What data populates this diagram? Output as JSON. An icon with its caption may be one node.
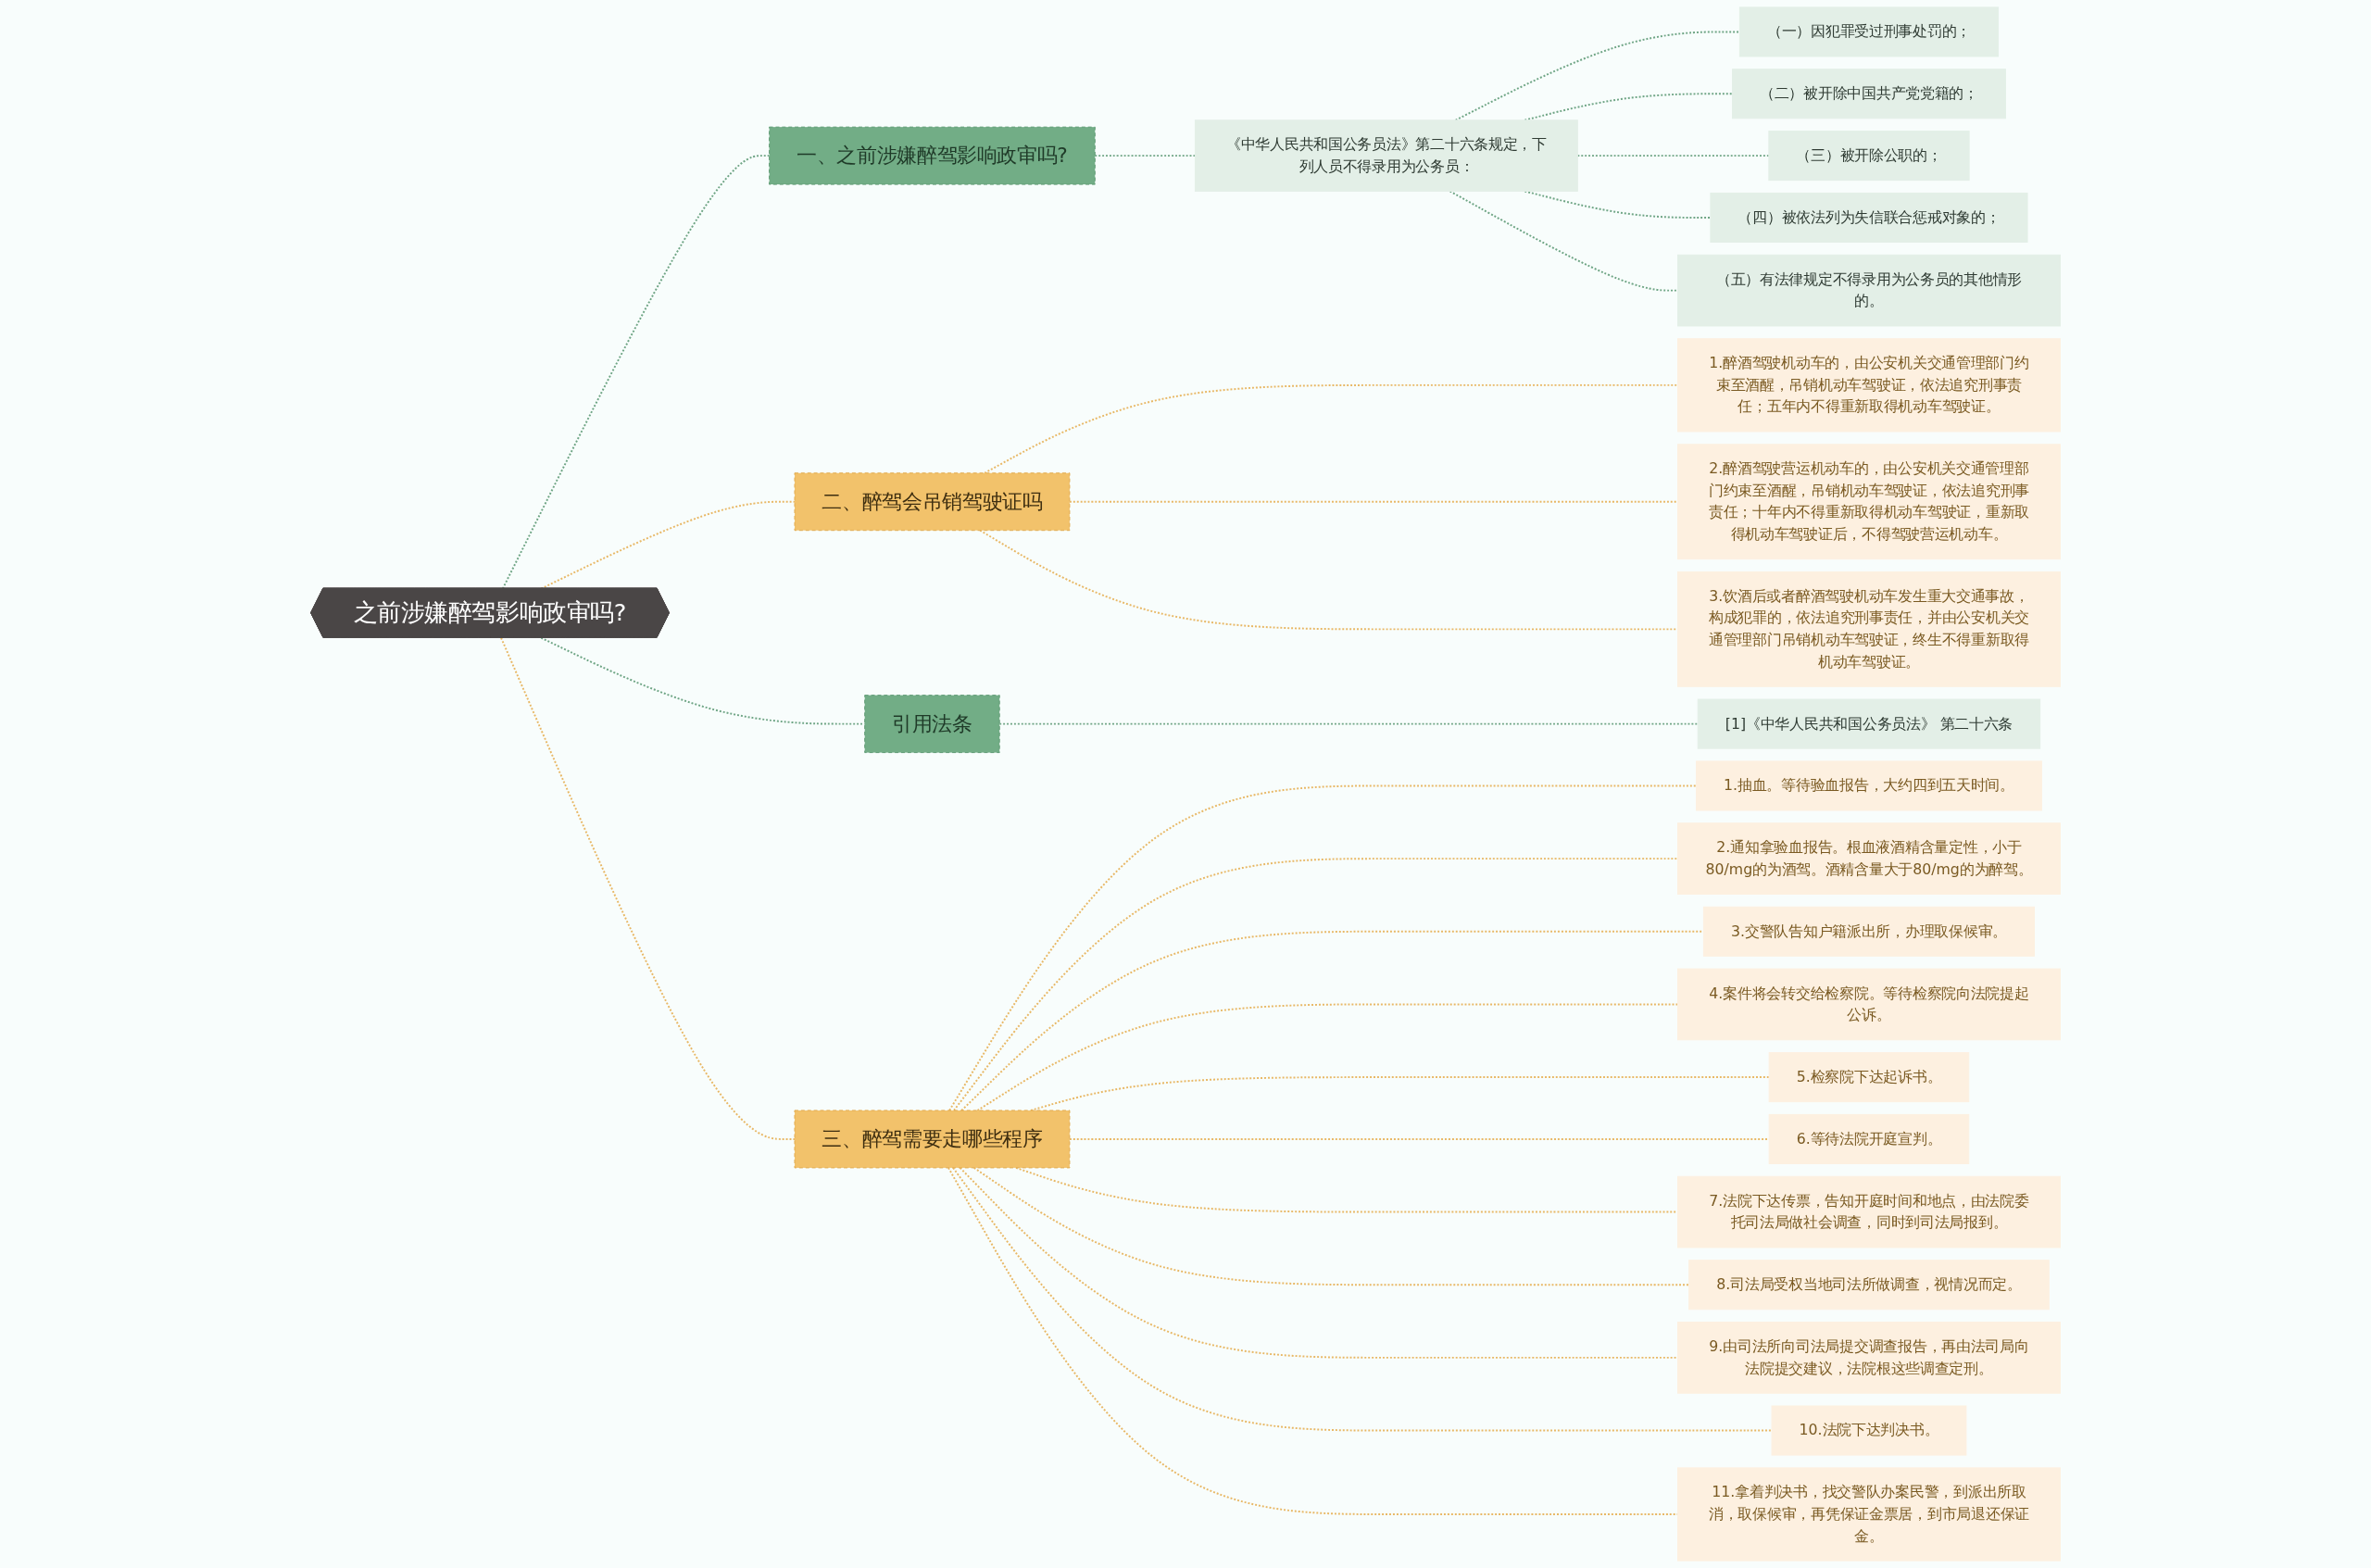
{
  "diagram": {
    "nodes": [
      {
        "text": [
          "之前涉嫌醉驾影响政审吗?"
        ]
      },
      {
        "text": [
          "一、之前涉嫌醉驾影响政审吗?"
        ]
      },
      {
        "text": [
          "《中华人民共和国公务员法》第二十六条规定，下列人员不得录用为公务员："
        ]
      },
      {
        "text": [
          "（一）因犯罪受过刑事处罚的；"
        ]
      },
      {
        "text": [
          "（二）被开除中国共产党党籍的；"
        ]
      },
      {
        "text": [
          "（三）被开除公职的；"
        ]
      },
      {
        "text": [
          "（四）被依法列为失信联合惩戒对象的；"
        ]
      },
      {
        "text": [
          "（五）有法律规定不得录用为公务员的其他情形的。"
        ]
      },
      {
        "text": [
          "二、醉驾会吊销驾驶证吗"
        ]
      },
      {
        "text": [
          "1.醉酒驾驶机动车的，由公安机关交通管理部门约束至酒醒，吊销机动车驾驶证，依法追究刑事责任；五年内不得重新取得机动车驾驶证。"
        ]
      },
      {
        "text": [
          "2.醉酒驾驶营运机动车的，由公安机关交通管理部门约束至酒醒，吊销机动车驾驶证，依法追究刑事责任；十年内不得重新取得机动车驾驶证，重新取得机动车驾驶证后，不得驾驶营运机动车。"
        ]
      },
      {
        "text": [
          "3.饮酒后或者醉酒驾驶机动车发生重大交通事故，构成犯罪的，依法追究刑事责任，并由公安机关交通管理部门吊销机动车驾驶证，终生不得重新取得机动车驾驶证。"
        ]
      },
      {
        "text": [
          "引用法条"
        ]
      },
      {
        "text": [
          "[1]《中华人民共和国公务员法》 第二十六条"
        ]
      },
      {
        "text": [
          "三、醉驾需要走哪些程序"
        ]
      },
      {
        "text": [
          "1.抽血。等待验血报告，大约四到五天时间。"
        ]
      },
      {
        "text": [
          "2.通知拿验血报告。根血液酒精含量定性，小于80/mg的为酒驾。酒精含量大于80/mg的为醉驾。"
        ]
      },
      {
        "text": [
          "3.交警队告知户籍派出所，办理取保候审。"
        ]
      },
      {
        "text": [
          "4.案件将会转交给检察院。等待检察院向法院提起公诉。"
        ]
      },
      {
        "text": [
          "5.检察院下达起诉书。"
        ]
      },
      {
        "text": [
          "6.等待法院开庭宣判。"
        ]
      },
      {
        "text": [
          "7.法院下达传票，告知开庭时间和地点，由法院委托司法局做社会调查，同时到司法局报到。"
        ]
      },
      {
        "text": [
          "8.司法局受权当地司法所做调查，视情况而定。"
        ]
      },
      {
        "text": [
          "9.由司法所向司法局提交调查报告，再由法司局向法院提交建议，法院根这些调查定刑。"
        ]
      },
      {
        "text": [
          "10.法院下达判决书。"
        ]
      },
      {
        "text": [
          "11.拿着判决书，找交警队办案民警，到派出所取消，取保候审，再凭保证金票居，到市局退还保证金。"
        ]
      }
    ],
    "edges": [
      {
        "from": 0,
        "to": 1,
        "arrow": "none",
        "style": "dashed",
        "color": "#6fa585"
      },
      {
        "from": 1,
        "to": 2,
        "arrow": "none",
        "style": "dashed",
        "color": "#6fa585"
      },
      {
        "from": 2,
        "to": 3,
        "arrow": "none",
        "style": "dashed",
        "color": "#6fa585"
      },
      {
        "from": 2,
        "to": 4,
        "arrow": "none",
        "style": "dashed",
        "color": "#6fa585"
      },
      {
        "from": 2,
        "to": 5,
        "arrow": "none",
        "style": "dashed",
        "color": "#6fa585"
      },
      {
        "from": 2,
        "to": 6,
        "arrow": "none",
        "style": "dashed",
        "color": "#6fa585"
      },
      {
        "from": 2,
        "to": 7,
        "arrow": "none",
        "style": "dashed",
        "color": "#6fa585"
      },
      {
        "from": 0,
        "to": 8,
        "arrow": "none",
        "style": "dashed"
      },
      {
        "from": 8,
        "to": 9,
        "arrow": "none",
        "style": "dashed"
      },
      {
        "from": 8,
        "to": 10,
        "arrow": "none",
        "style": "dashed"
      },
      {
        "from": 8,
        "to": 11,
        "arrow": "none",
        "style": "dashed"
      },
      {
        "from": 0,
        "to": 12,
        "arrow": "none",
        "style": "dashed",
        "color": "#6fa585"
      },
      {
        "from": 12,
        "to": 13,
        "arrow": "none",
        "style": "dashed",
        "color": "#6fa585"
      },
      {
        "from": 0,
        "to": 14,
        "arrow": "none",
        "style": "dashed"
      },
      {
        "from": 14,
        "to": 15,
        "arrow": "none",
        "style": "dashed"
      },
      {
        "from": 14,
        "to": 16,
        "arrow": "none",
        "style": "dashed"
      },
      {
        "from": 14,
        "to": 17,
        "arrow": "none",
        "style": "dashed"
      },
      {
        "from": 14,
        "to": 18,
        "arrow": "none",
        "style": "dashed"
      },
      {
        "from": 14,
        "to": 19,
        "arrow": "none",
        "style": "dashed"
      },
      {
        "from": 14,
        "to": 20,
        "arrow": "none",
        "style": "dashed"
      },
      {
        "from": 14,
        "to": 21,
        "arrow": "none",
        "style": "dashed"
      },
      {
        "from": 14,
        "to": 22,
        "arrow": "none",
        "style": "dashed"
      },
      {
        "from": 14,
        "to": 23,
        "arrow": "none",
        "style": "dashed"
      },
      {
        "from": 14,
        "to": 24,
        "arrow": "none",
        "style": "dashed"
      },
      {
        "from": 14,
        "to": 25,
        "arrow": "none",
        "style": "dashed"
      }
    ]
  }
}
